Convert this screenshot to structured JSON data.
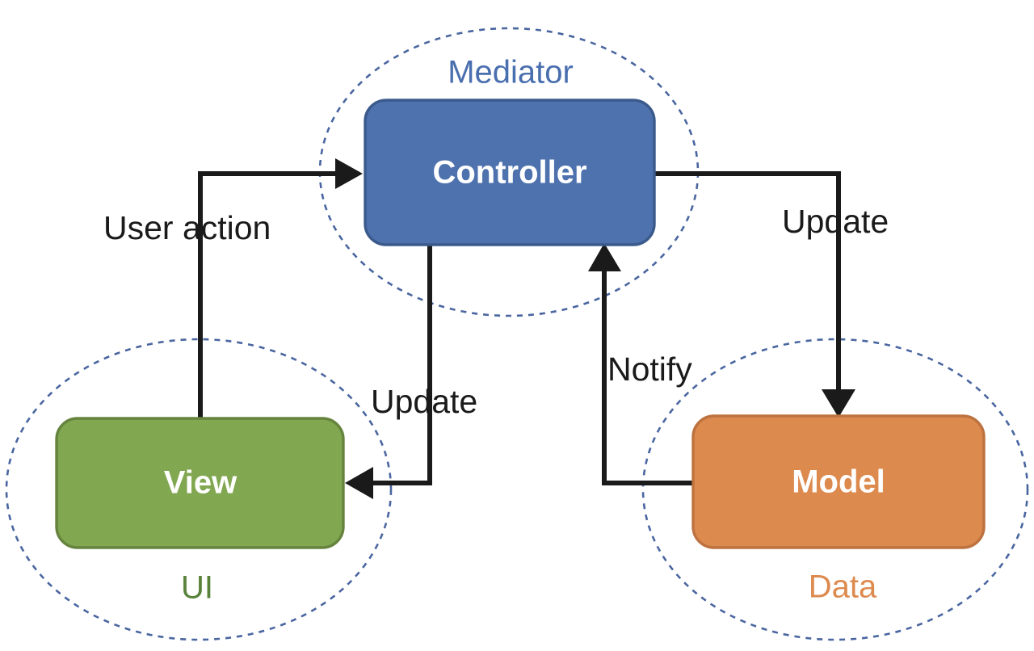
{
  "diagram": {
    "title": "MVC pattern diagram",
    "background": "#ffffff",
    "nodes": [
      {
        "id": "controller",
        "label": "Controller",
        "fill": "#4E72AE",
        "stroke": "#3B5A8C",
        "text_color": "#ffffff"
      },
      {
        "id": "view",
        "label": "View",
        "fill": "#81A750",
        "stroke": "#66843E",
        "text_color": "#ffffff"
      },
      {
        "id": "model",
        "label": "Model",
        "fill": "#DD8A4F",
        "stroke": "#BD7240",
        "text_color": "#ffffff"
      }
    ],
    "groups": [
      {
        "id": "mediator",
        "label": "Mediator",
        "label_color": "#4A6FAF",
        "stroke": "#4A66A0"
      },
      {
        "id": "ui",
        "label": "UI",
        "label_color": "#588239",
        "stroke": "#4A66A0"
      },
      {
        "id": "data",
        "label": "Data",
        "label_color": "#DD8A4F",
        "stroke": "#4A66A0"
      }
    ],
    "edges": [
      {
        "id": "user-action",
        "label": "User action",
        "from": "view",
        "to": "controller",
        "color": "#1A1A1A"
      },
      {
        "id": "controller-update-view",
        "label": "Update",
        "from": "controller",
        "to": "view",
        "color": "#1A1A1A"
      },
      {
        "id": "controller-update-model",
        "label": "Update",
        "from": "controller",
        "to": "model",
        "color": "#1A1A1A"
      },
      {
        "id": "model-notify",
        "label": "Notify",
        "from": "model",
        "to": "controller",
        "color": "#1A1A1A"
      }
    ]
  }
}
